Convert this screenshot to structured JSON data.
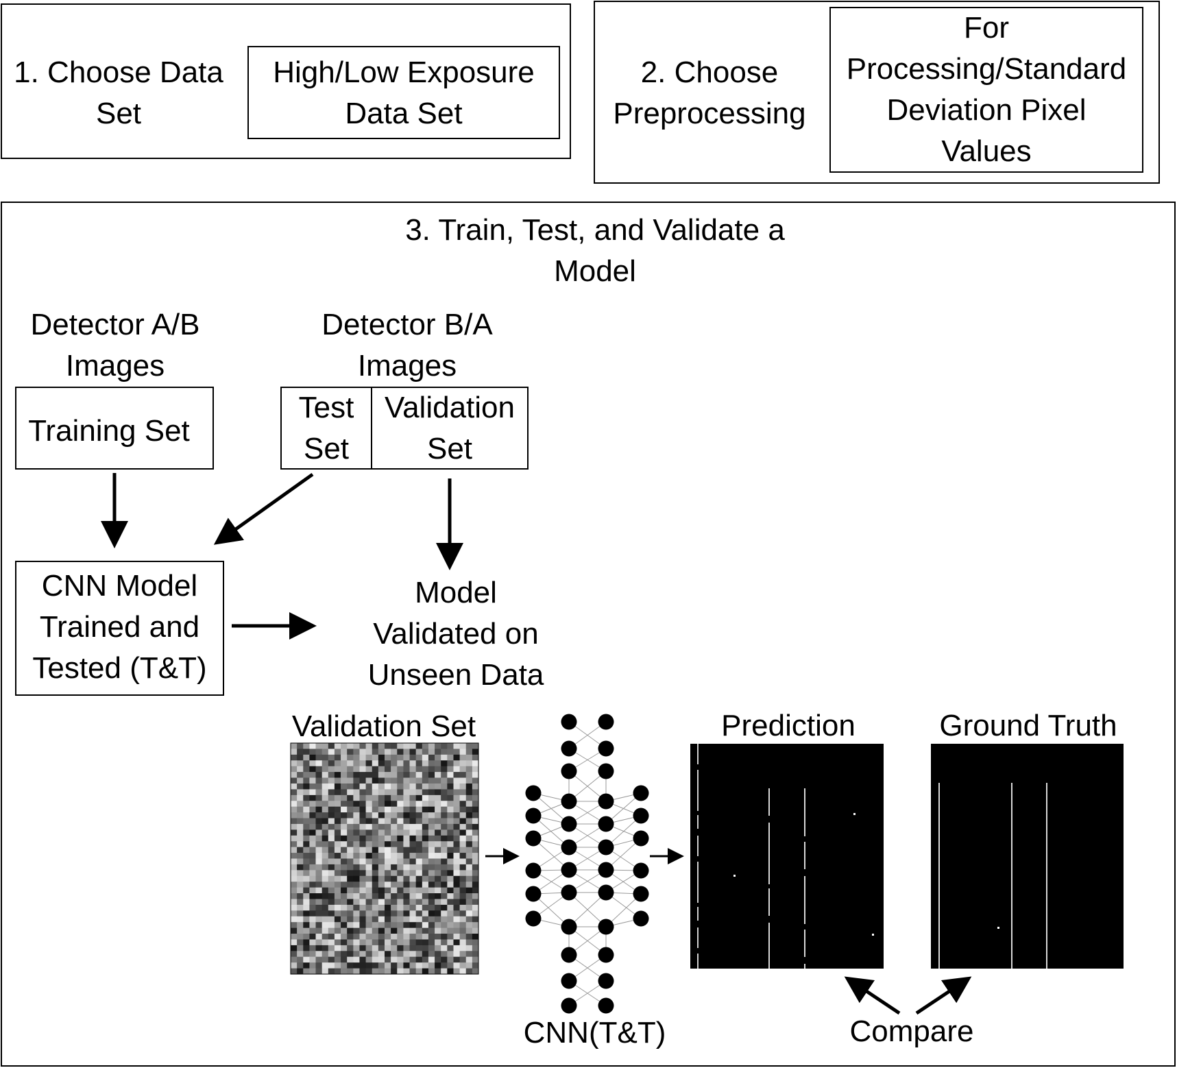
{
  "step1": {
    "label_lines": [
      "1. Choose Data",
      "Set"
    ],
    "option_lines": [
      "High/Low Exposure",
      "Data Set"
    ]
  },
  "step2": {
    "label_lines": [
      "2. Choose",
      "Preprocessing"
    ],
    "option_lines": [
      "For",
      "Processing/Standard",
      "Deviation Pixel",
      "Values"
    ]
  },
  "step3": {
    "title_lines": [
      "3. Train, Test, and Validate a",
      "Model"
    ],
    "detector_ab_lines": [
      "Detector A/B",
      "Images"
    ],
    "detector_ba_lines": [
      "Detector B/A",
      "Images"
    ],
    "training_set": "Training Set",
    "test_set_lines": [
      "Test",
      "Set"
    ],
    "validation_set_lines": [
      "Validation",
      "Set"
    ],
    "cnn_model_lines": [
      "CNN Model",
      "Trained and",
      "Tested (T&T)"
    ],
    "model_validated_lines": [
      "Model",
      "Validated on",
      "Unseen Data"
    ],
    "validation_image_label": "Validation Set",
    "cnn_label": "CNN(T&T)",
    "prediction_label": "Prediction",
    "ground_truth_label": "Ground Truth",
    "compare_label": "Compare"
  },
  "colors": {
    "line": "#000000",
    "background": "#ffffff",
    "image_fill": "#000000",
    "streak": "#d9d9d9"
  }
}
